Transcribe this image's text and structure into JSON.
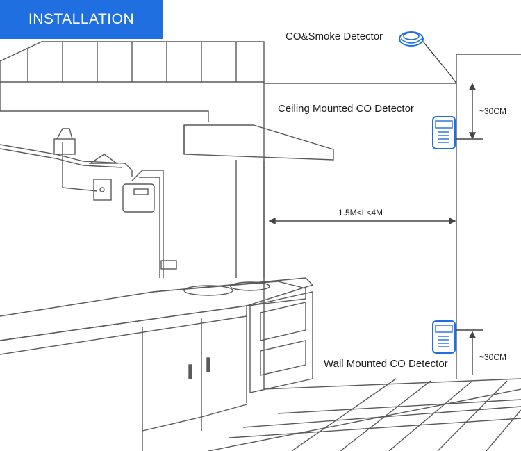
{
  "header": {
    "title": "INSTALLATION"
  },
  "labels": {
    "co_smoke": "CO&Smoke Detector",
    "ceiling": "Ceiling Mounted CO Detector",
    "wall": "Wall Mounted CO Detector",
    "distance": "1.5M<L<4M",
    "ceiling_offset": "~30CM",
    "floor_offset": "~30CM"
  },
  "colors": {
    "header_bg": "#1f6fe0",
    "detector": "#1f6fe0",
    "line": "#555555"
  },
  "icons": [
    "smoke-detector-icon",
    "co-detector-icon"
  ]
}
